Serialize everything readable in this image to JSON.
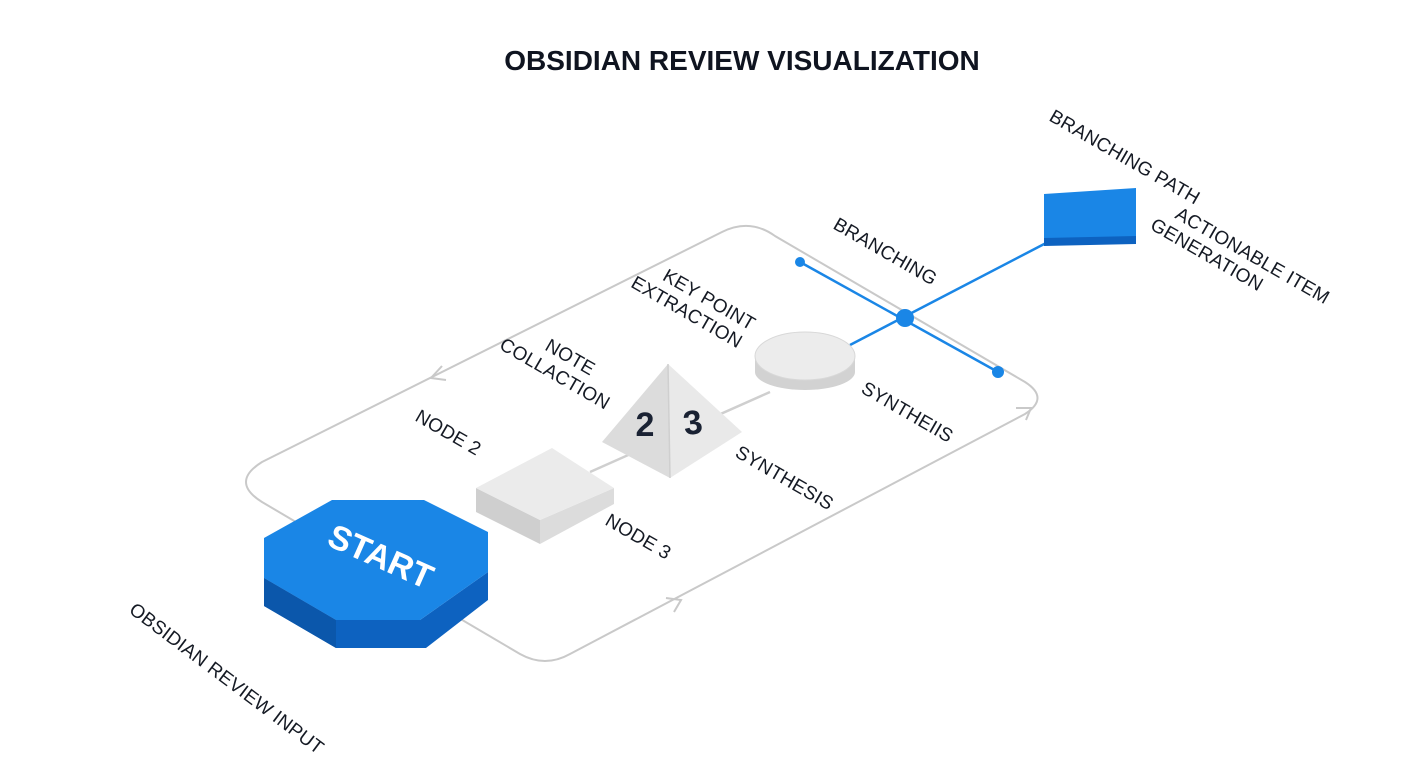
{
  "title": "OBSIDIAN REVIEW VISUALIZATION",
  "colors": {
    "accent": "#1a86e6",
    "accent_dark": "#0d62c0",
    "accent_top": "#1f8ef0",
    "node_gray_top": "#ececec",
    "node_gray_side": "#cfcfcf",
    "flow_line": "#c9c9c9",
    "text": "#151a24"
  },
  "nodes": {
    "start": {
      "label": "START",
      "shape": "octagon-prism"
    },
    "node2": {
      "number": "2"
    },
    "node3": {
      "number": "3"
    },
    "synthesis_node": {
      "shape": "cylinder"
    },
    "branch_junction": {
      "shape": "dot"
    },
    "actionable_node": {
      "shape": "flag"
    }
  },
  "labels": {
    "input": "OBSIDIAN REVIEW INPUT",
    "node2": "NODE 2",
    "node3": "NODE 3",
    "note_collaction": [
      "NOTE",
      "COLLACTION"
    ],
    "key_point": [
      "KEY POINT",
      "EXTRACTION"
    ],
    "synthesis_bottom": "SYNTHESIS",
    "synthesis_right": "SYNTHEIIS",
    "branching": "BRANCHING",
    "branching_path": "BRANCHING PATH",
    "actionable": [
      "ACTIONABLE ITEM",
      "GENERATION"
    ]
  }
}
